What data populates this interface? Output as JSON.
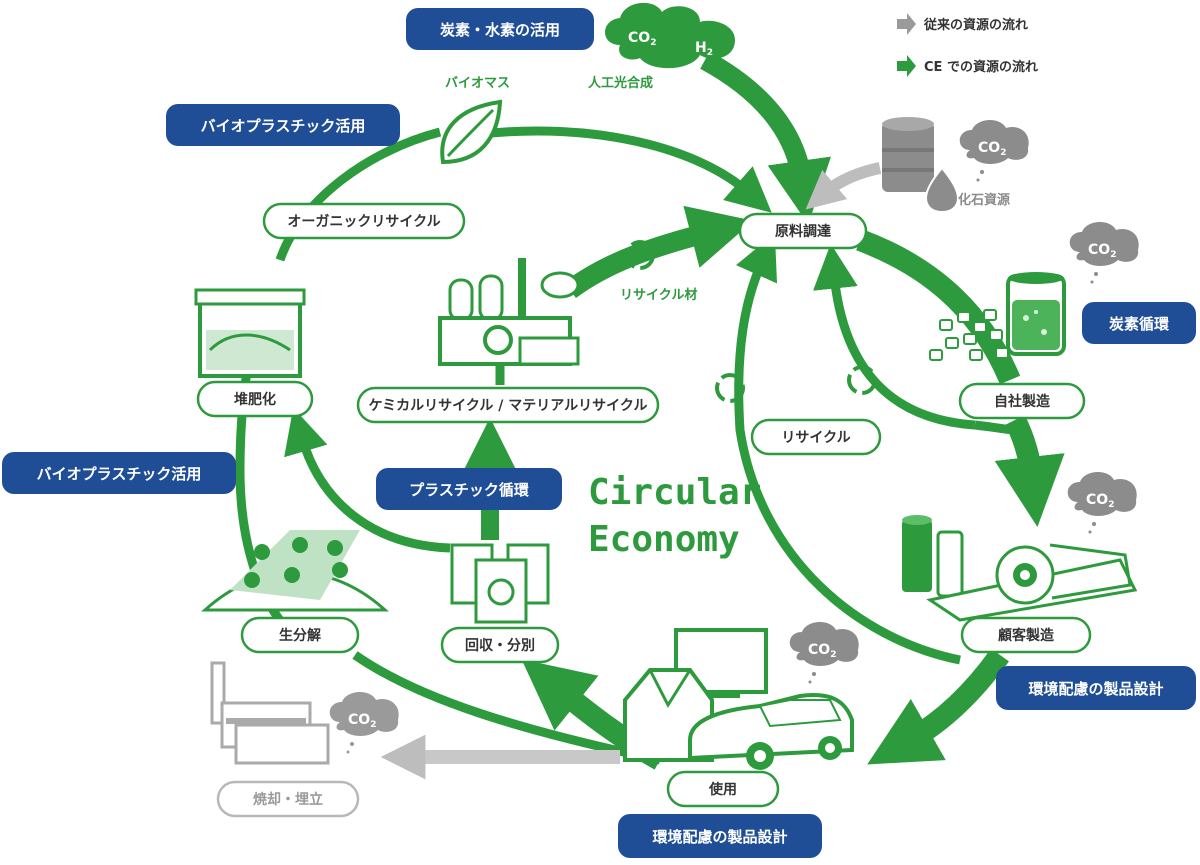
{
  "legend": {
    "conventional": "従来の資源の流れ",
    "ce": "CE での資源の流れ"
  },
  "center": {
    "line1": "Circular",
    "line2": "Economy"
  },
  "tags": {
    "carbon_hydrogen": "炭素・水素の活用",
    "bioplastic_top": "バイオプラスチック活用",
    "bioplastic_left": "バイオプラスチック活用",
    "plastic_cycle": "プラスチック循環",
    "carbon_cycle": "炭素循環",
    "eco_design_right": "環境配慮の製品設計",
    "eco_design_bottom": "環境配慮の製品設計"
  },
  "nodes": {
    "procurement": "原料調達",
    "own_manufacturing": "自社製造",
    "customer_manufacturing": "顧客製造",
    "use": "使用",
    "collection": "回収・分別",
    "chemical_material": "ケミカルリサイクル / マテリアルリサイクル",
    "biodegradation": "生分解",
    "composting": "堆肥化",
    "organic_recycle": "オーガニックリサイクル",
    "recycle": "リサイクル",
    "incineration": "焼却・埋立"
  },
  "labels": {
    "biomass": "バイオマス",
    "artificial_photosynthesis": "人工光合成",
    "recycled_material": "リサイクル材",
    "fossil_resources": "化石資源"
  },
  "chem": {
    "co2_main": "CO",
    "co2_sub": "2",
    "h2_main": "H",
    "h2_sub": "2"
  },
  "colors": {
    "green": "#2e9a3e",
    "blue": "#1f4e96",
    "gray": "#b4b4b4",
    "cloud_gray": "#8c8c8c"
  }
}
